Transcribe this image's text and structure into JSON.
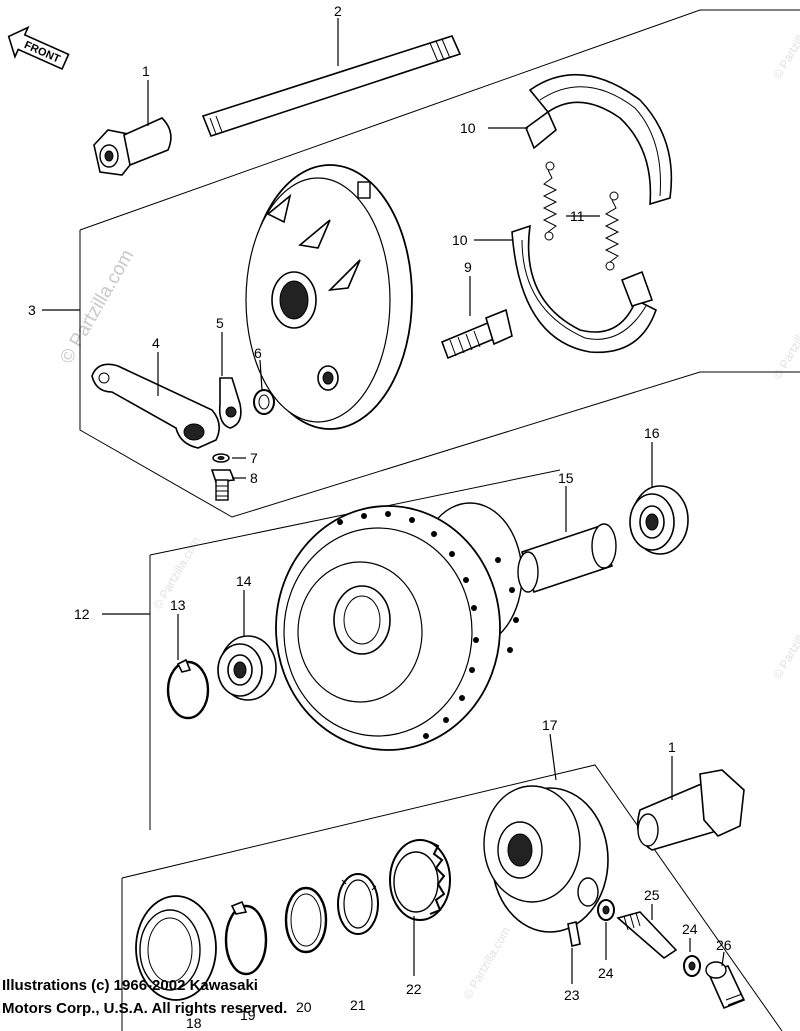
{
  "watermark": "© Partzilla.com",
  "front_label": "FRONT",
  "copyright": {
    "line1": "Illustrations (c) 1966-2002 Kawasaki",
    "line2": "Motors Corp., U.S.A.  All rights reserved."
  },
  "callouts": {
    "p1a": "1",
    "p2": "2",
    "p3": "3",
    "p4": "4",
    "p5": "5",
    "p6": "6",
    "p7": "7",
    "p8": "8",
    "p9": "9",
    "p10a": "10",
    "p10b": "10",
    "p11": "11",
    "p12": "12",
    "p13": "13",
    "p14": "14",
    "p15": "15",
    "p16": "16",
    "p17": "17",
    "p1b": "1",
    "p18": "18",
    "p19": "19",
    "p20": "20",
    "p21": "21",
    "p22": "22",
    "p23": "23",
    "p24a": "24",
    "p24b": "24",
    "p25": "25",
    "p26": "26"
  }
}
